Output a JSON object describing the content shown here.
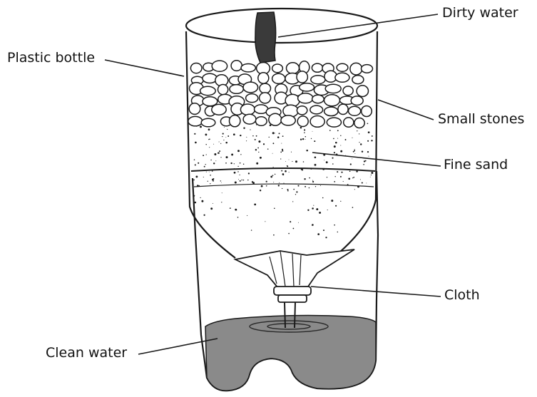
{
  "labels": {
    "dirty_water": "Dirty water",
    "plastic_bottle": "Plastic bottle",
    "small_stones": "Small stones",
    "fine_sand": "Fine sand",
    "cloth": "Cloth",
    "clean_water": "Clean water"
  },
  "colors": {
    "ink": "#1a1a1a",
    "water": "#8a8a8a",
    "stone_fill": "#ffffff",
    "background": "#ffffff"
  }
}
